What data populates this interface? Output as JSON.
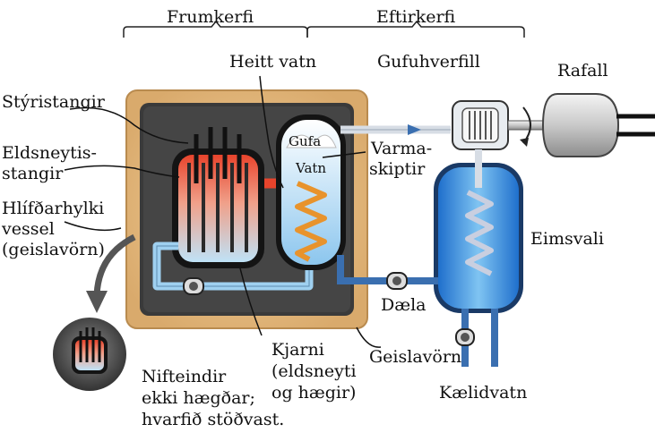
{
  "headers": {
    "primary": "Frumkerfi",
    "secondary": "Eftirkerfi"
  },
  "labels": {
    "hot_water": "Heitt vatn",
    "turbine": "Gufuhverfill",
    "generator": "Rafall",
    "control_rods": "Stýristangir",
    "fuel_rods_1": "Eldsneytis-",
    "fuel_rods_2": "stangir",
    "steam": "Gufa",
    "water": "Vatn",
    "heat_exchanger_1": "Varma-",
    "heat_exchanger_2": "skiptir",
    "vessel_1": "Hlífðarhylki",
    "vessel_2": "vessel",
    "vessel_3": "(geislavörn)",
    "condenser": "Eimsvali",
    "pump": "Dæla",
    "core_1": "Kjarni",
    "core_2": "(eldsneyti",
    "core_3": "og hægir)",
    "shielding": "Geislavörn",
    "neutrons_1": "Nifteindir",
    "neutrons_2": "ekki hægðar;",
    "neutrons_3": "hvarfið stöðvast.",
    "cooling_water": "Kælidvatn"
  },
  "colors": {
    "shield": "#e0b77f",
    "containment": "#3d3d3d",
    "hot": "#e8442c",
    "cold": "#9fd0f0",
    "condenser": "#3a8fe0",
    "pipe_dark": "#2f5f9a"
  }
}
